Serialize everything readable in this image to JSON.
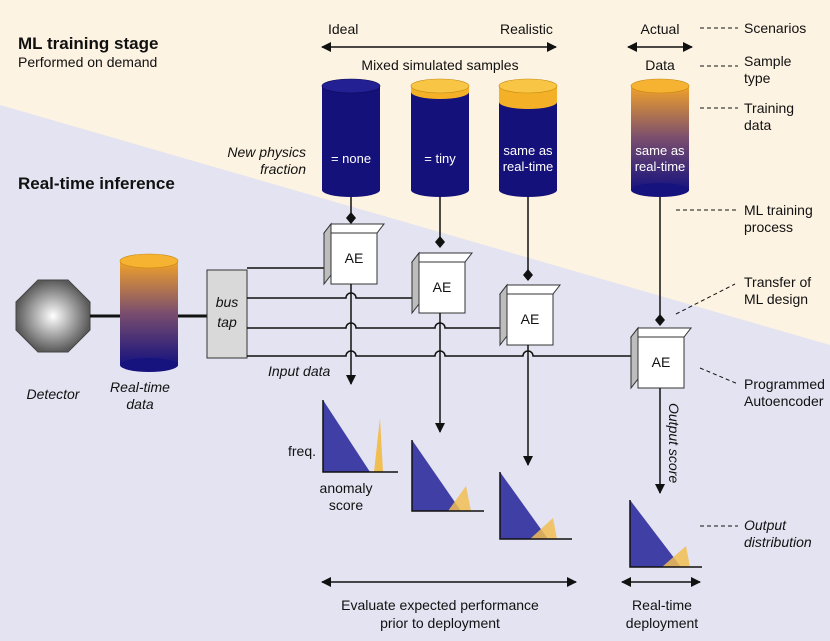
{
  "sections": {
    "training_title": "ML training stage",
    "training_subtitle": "Performed on demand",
    "inference_title": "Real-time inference"
  },
  "scenarios": {
    "ideal": "Ideal",
    "realistic": "Realistic",
    "actual": "Actual",
    "mixed_samples": "Mixed simulated samples",
    "data": "Data"
  },
  "new_physics": {
    "line1": "New physics",
    "line2": "fraction"
  },
  "cylinders": {
    "none": "= none",
    "tiny": "= tiny",
    "same1a": "same as",
    "same1b": "real-time",
    "same2a": "same as",
    "same2b": "real-time"
  },
  "right_labels": {
    "scenarios": "Scenarios",
    "sample_type_1": "Sample",
    "sample_type_2": "type",
    "training_data_1": "Training",
    "training_data_2": "data",
    "ml_training_1": "ML training",
    "ml_training_2": "process",
    "transfer_1": "Transfer of",
    "transfer_2": "ML design",
    "programmed_1": "Programmed",
    "programmed_2": "Autoencoder",
    "output_dist_1": "Output",
    "output_dist_2": "distribution"
  },
  "ae_label": "AE",
  "bus_tap": {
    "line1": "bus",
    "line2": "tap"
  },
  "detector": "Detector",
  "realtime_data": {
    "line1": "Real-time",
    "line2": "data"
  },
  "input_data": "Input data",
  "output_score": "Output score",
  "histogram": {
    "ylabel": "freq.",
    "xlabel_1": "anomaly",
    "xlabel_2": "score"
  },
  "footer": {
    "evaluate_1": "Evaluate expected performance",
    "evaluate_2": "prior to deployment",
    "deploy_1": "Real-time",
    "deploy_2": "deployment"
  },
  "colors": {
    "training_bg": "#fdf3e2",
    "inference_bg": "#e3e3f1",
    "navy": "#14117a",
    "gold": "#f4b128",
    "hist_blue": "#3f3fa6",
    "hist_gold": "#f1be52"
  }
}
